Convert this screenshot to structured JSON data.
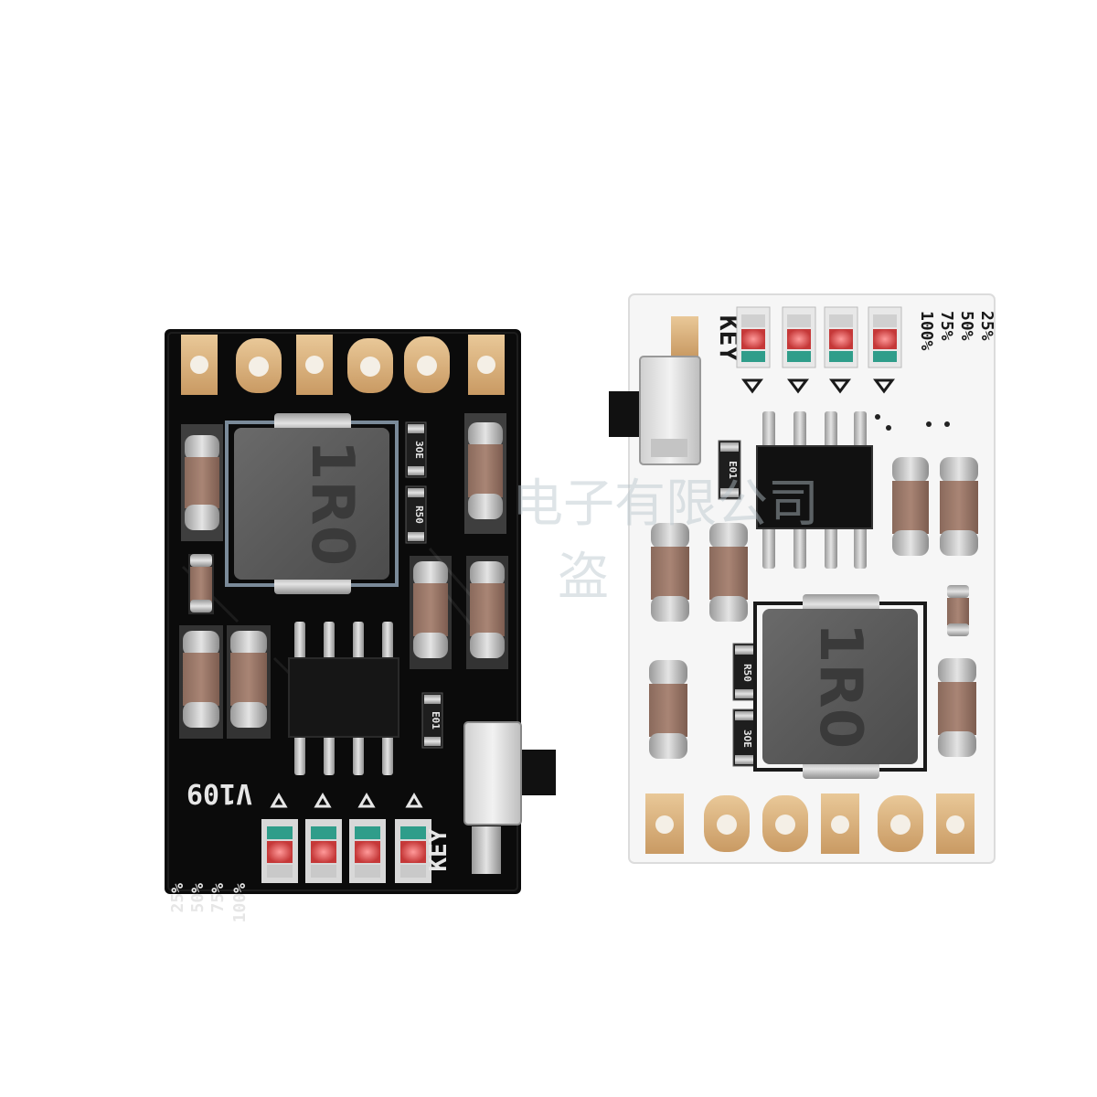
{
  "photo": {
    "subject": "Two lithium battery charge/discharge boost modules (black and white PCB)",
    "background_color": "#ffffff"
  },
  "black_board": {
    "color": "#0a0a0a",
    "version_label": "V109",
    "key_label": "KEY",
    "inductor_marking": "1R0",
    "level_labels": [
      "25%",
      "50%",
      "75%",
      "100%"
    ],
    "resistor_marking_1": "3OE",
    "resistor_marking_2": "R50",
    "resistor_marking_3": "E01"
  },
  "white_board": {
    "color": "#f6f6f6",
    "key_label": "KEY",
    "inductor_marking": "1R0",
    "level_labels": [
      "25%",
      "50%",
      "75%",
      "100%"
    ],
    "resistor_marking_1": "E01",
    "resistor_marking_2": "R50",
    "resistor_marking_3": "3OE"
  },
  "watermark": {
    "line1": "电子有限公司",
    "line2": "盗"
  }
}
